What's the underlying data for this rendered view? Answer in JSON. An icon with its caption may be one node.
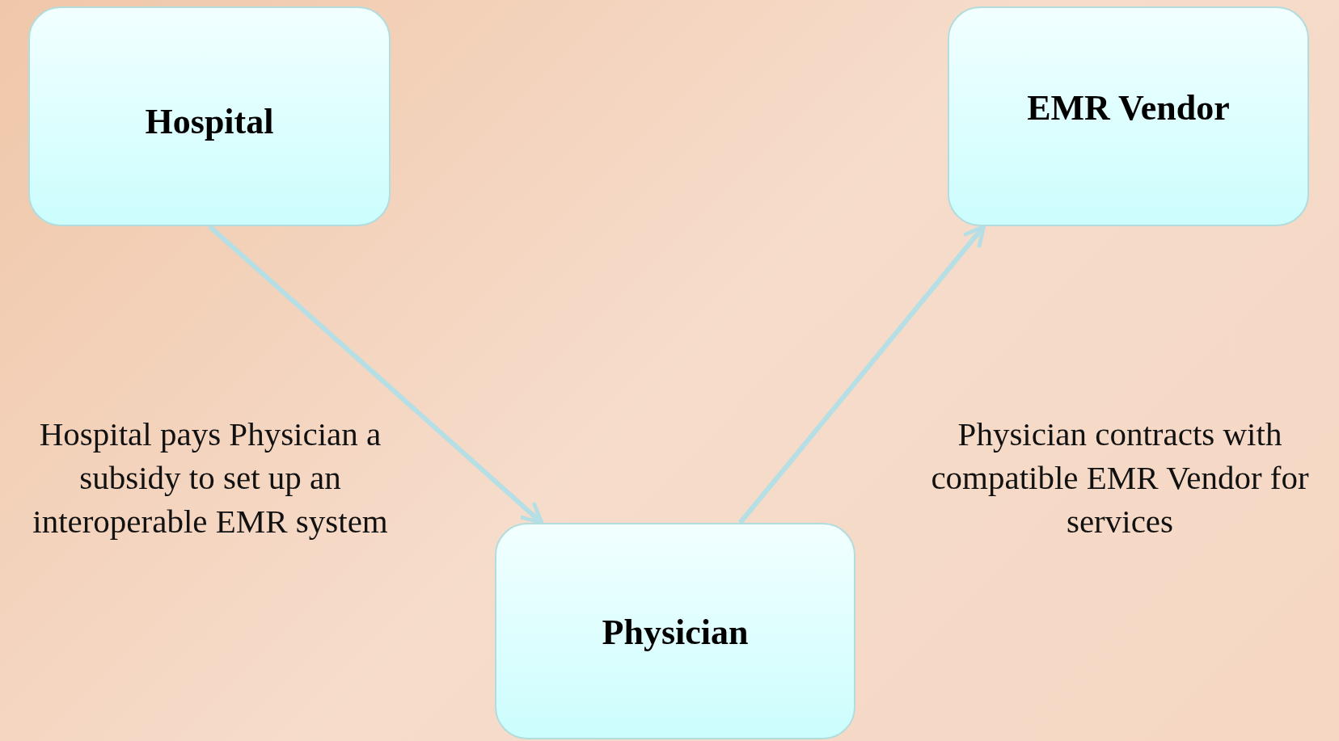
{
  "diagram": {
    "nodes": [
      {
        "text": [
          "Hospital"
        ]
      },
      {
        "text": [
          "EMR Vendor"
        ]
      },
      {
        "text": [
          "Physician"
        ]
      }
    ],
    "edges": [
      {
        "from": 0,
        "to": 2,
        "arrow": "to"
      },
      {
        "from": 2,
        "to": 1,
        "arrow": "to"
      }
    ],
    "labels": [
      "Hospital pays Physician a subsidy to set up an interoperable EMR system",
      "Physician contracts with compatible EMR Vendor for services"
    ]
  }
}
